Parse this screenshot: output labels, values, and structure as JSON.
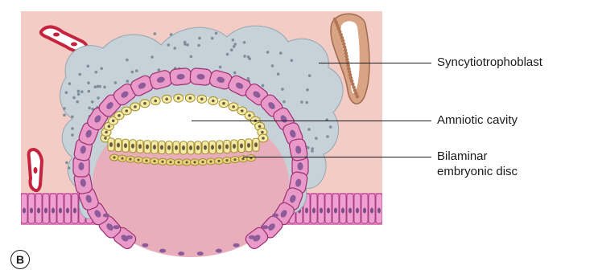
{
  "figure": {
    "panel_letter": "B",
    "colors": {
      "endometrium": "#f3ccc6",
      "syncytiotrophoblast": "#c6d1d8",
      "cytotrophoblast": "#e99ac8",
      "epiblast": "#f3eca8",
      "hypoblast": "#e9d67e",
      "yolk_sac": "#e8aebb",
      "vessel_wall": "#c4243d",
      "gland": "#d9a484"
    }
  },
  "labels": {
    "syncytiotrophoblast": "Syncytiotrophoblast",
    "amniotic_cavity": "Amniotic cavity",
    "bilaminar_line1": "Bilaminar",
    "bilaminar_line2": "embryonic disc"
  }
}
